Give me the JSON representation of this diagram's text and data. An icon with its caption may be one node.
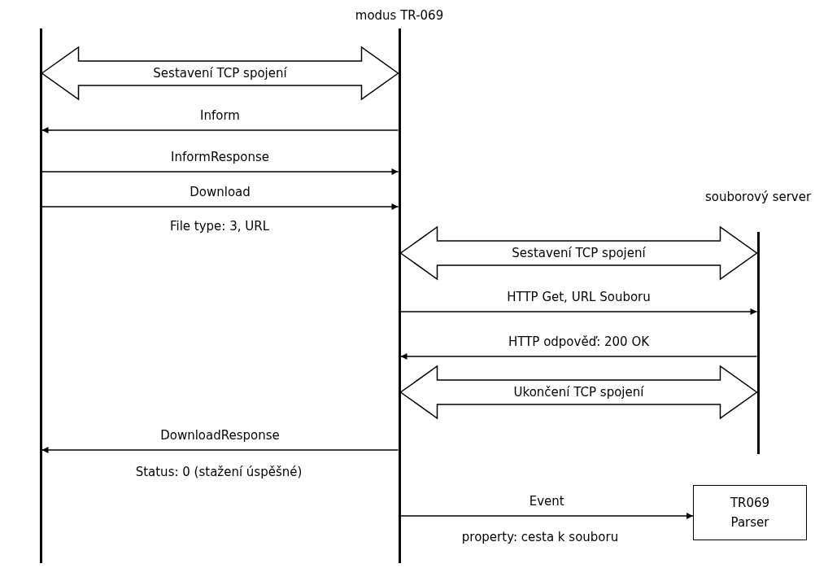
{
  "diagram": {
    "nodes": [
      {
        "text": [],
        "shape": "bar"
      },
      {
        "text": [
          "modus TR-069"
        ]
      },
      {
        "text": [
          "souborový server"
        ]
      },
      {
        "text": [
          "TR069 Parser"
        ]
      }
    ],
    "edges": [
      {
        "from": 0,
        "to": 1,
        "arrow": "both",
        "label": "Sestavení TCP spojení",
        "style": "thick"
      },
      {
        "from": 1,
        "to": 0,
        "arrow": "to",
        "label": "Inform"
      },
      {
        "from": 0,
        "to": 1,
        "arrow": "to",
        "label": "InformResponse"
      },
      {
        "from": 0,
        "to": 1,
        "arrow": "to",
        "label": "Download"
      },
      {
        "from": 1,
        "to": 2,
        "arrow": "both",
        "label": "Sestavení TCP spojení",
        "style": "thick"
      },
      {
        "from": 1,
        "to": 2,
        "arrow": "to",
        "label": "HTTP Get, URL Souboru"
      },
      {
        "from": 2,
        "to": 1,
        "arrow": "to",
        "label": "HTTP odpověď: 200 OK"
      },
      {
        "from": 1,
        "to": 2,
        "arrow": "both",
        "label": "Ukončení TCP spojení",
        "style": "thick"
      },
      {
        "from": 1,
        "to": 0,
        "arrow": "to",
        "label": "DownloadResponse"
      },
      {
        "from": 1,
        "to": 3,
        "arrow": "to",
        "label": "Event"
      }
    ],
    "labels": [
      "File type: 3, URL",
      "Status: 0 (stažení úspěšné)",
      "property: cesta k souboru"
    ]
  }
}
